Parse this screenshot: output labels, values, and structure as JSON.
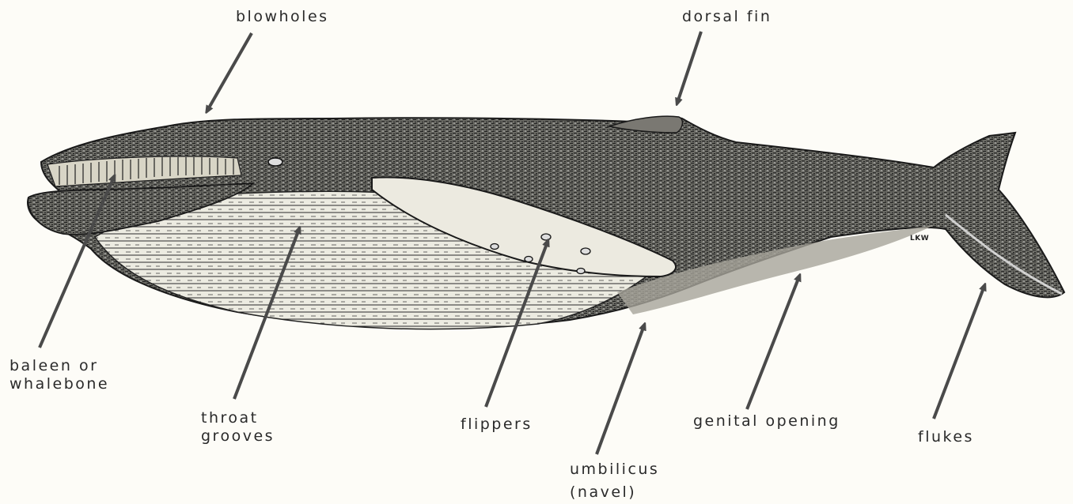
{
  "labels": {
    "blowholes": "blowholes",
    "dorsal_fin": "dorsal fin",
    "baleen": [
      "baleen or",
      "whalebone"
    ],
    "throat_grooves": [
      "throat",
      "grooves"
    ],
    "flippers": "flippers",
    "umbilicus": [
      "umbilicus",
      "(navel)"
    ],
    "genital_opening": "genital opening",
    "flukes": "flukes"
  },
  "signature": "LKW",
  "colors": {
    "background": "#fdfcf7",
    "ink": "#2a2a2a",
    "body_fill": "#5a5a56",
    "belly_fill": "#e9e7dc",
    "arrow": "#4a4a4a"
  }
}
